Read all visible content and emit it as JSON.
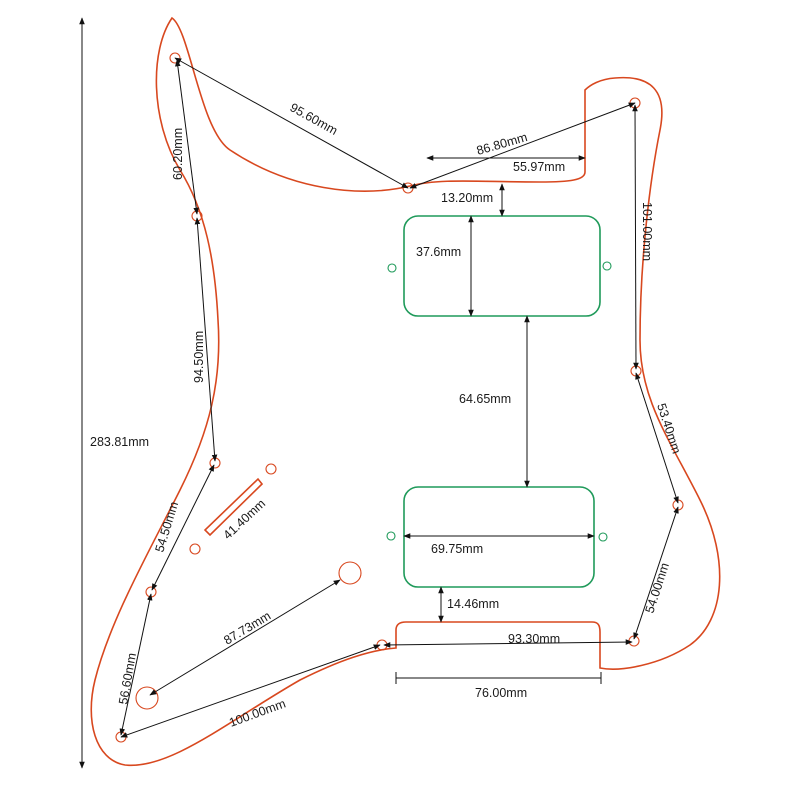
{
  "colors": {
    "outline": "#d8481f",
    "pickup": "#1f9a5a",
    "dimension": "#111111",
    "background": "#ffffff"
  },
  "labels": {
    "overall_height": "283.81mm",
    "top_left_to_mid": "95.60mm",
    "top_left_vertical": "60.20mm",
    "upper_right": "86.80mm",
    "upper_notch": "55.97mm",
    "neck_gap": "13.20mm",
    "neck_pickup_height": "37.6mm",
    "right_vertical": "101.00mm",
    "left_vertical": "94.50mm",
    "pickup_spacing": "64.65mm",
    "right_lower": "53.40mm",
    "left_lower": "54.50mm",
    "switch_slot": "41.40mm",
    "bridge_pickup_width": "69.75mm",
    "jack_diag": "87.73mm",
    "bridge_gap": "14.46mm",
    "right_bottom": "54.00mm",
    "left_bottom": "56.60mm",
    "bottom_span": "93.30mm",
    "bottom_diag": "100.00mm",
    "cutout_width": "76.00mm"
  }
}
